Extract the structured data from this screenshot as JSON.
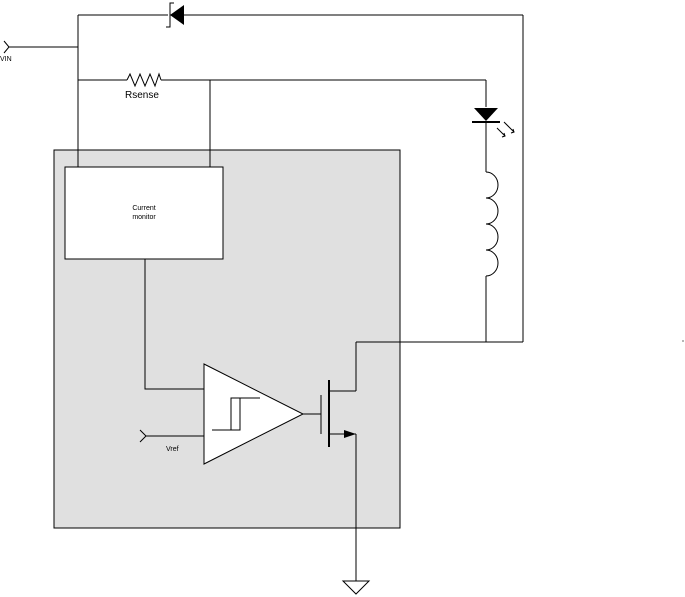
{
  "labels": {
    "vin": "VIN",
    "rsense": "Rsense",
    "current_monitor_line1": "Current",
    "current_monitor_line2": "monitor",
    "vref": "Vref"
  },
  "colors": {
    "ic_block_fill": "#e0e0e0",
    "wire": "#000000",
    "box_fill": "#ffffff"
  },
  "icons": {
    "led": "led-diode-icon",
    "schottky": "schottky-diode-icon",
    "resistor": "resistor-icon",
    "inductor": "inductor-icon",
    "comparator": "hysteresis-comparator-icon",
    "mosfet": "n-mosfet-icon",
    "ground": "ground-icon"
  }
}
